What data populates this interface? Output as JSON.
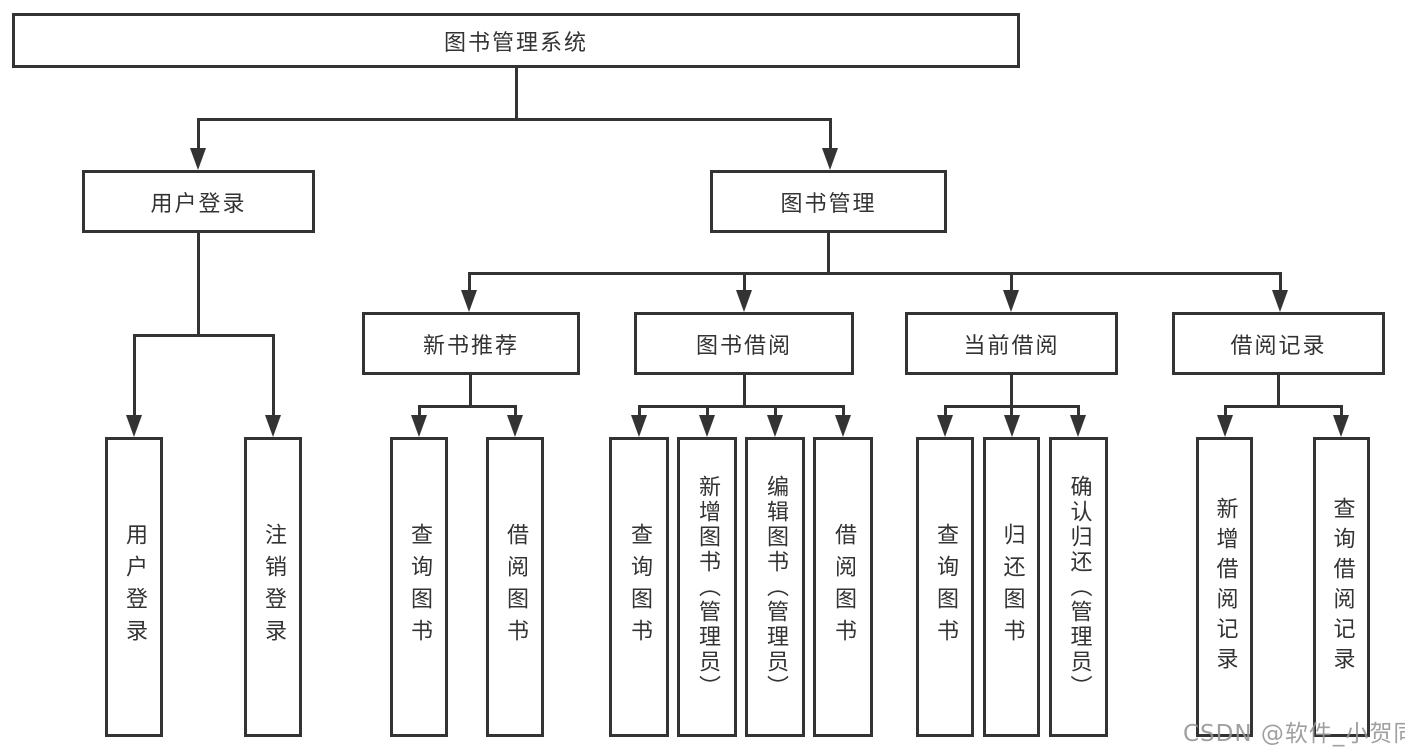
{
  "tree": {
    "label": "图书管理系统",
    "children": [
      {
        "label": "用户登录",
        "children": [
          {
            "label": "用户登录"
          },
          {
            "label": "注销登录"
          }
        ]
      },
      {
        "label": "图书管理",
        "children": [
          {
            "label": "新书推荐",
            "children": [
              {
                "label": "查询图书"
              },
              {
                "label": "借阅图书"
              }
            ]
          },
          {
            "label": "图书借阅",
            "children": [
              {
                "label": "查询图书"
              },
              {
                "label": "新增图书（管理员）"
              },
              {
                "label": "编辑图书（管理员）"
              },
              {
                "label": "借阅图书"
              }
            ]
          },
          {
            "label": "当前借阅",
            "children": [
              {
                "label": "查询图书"
              },
              {
                "label": "归还图书"
              },
              {
                "label": "确认归还（管理员）"
              }
            ]
          },
          {
            "label": "借阅记录",
            "children": [
              {
                "label": "新增借阅记录"
              },
              {
                "label": "查询借阅记录"
              }
            ]
          }
        ]
      }
    ]
  },
  "watermark": {
    "text": "CSDN @软件_小贺同学"
  },
  "colors": {
    "line": "#333333",
    "box_border": "#333333",
    "text": "#333333",
    "watermark": "#969696",
    "background": "#ffffff"
  }
}
